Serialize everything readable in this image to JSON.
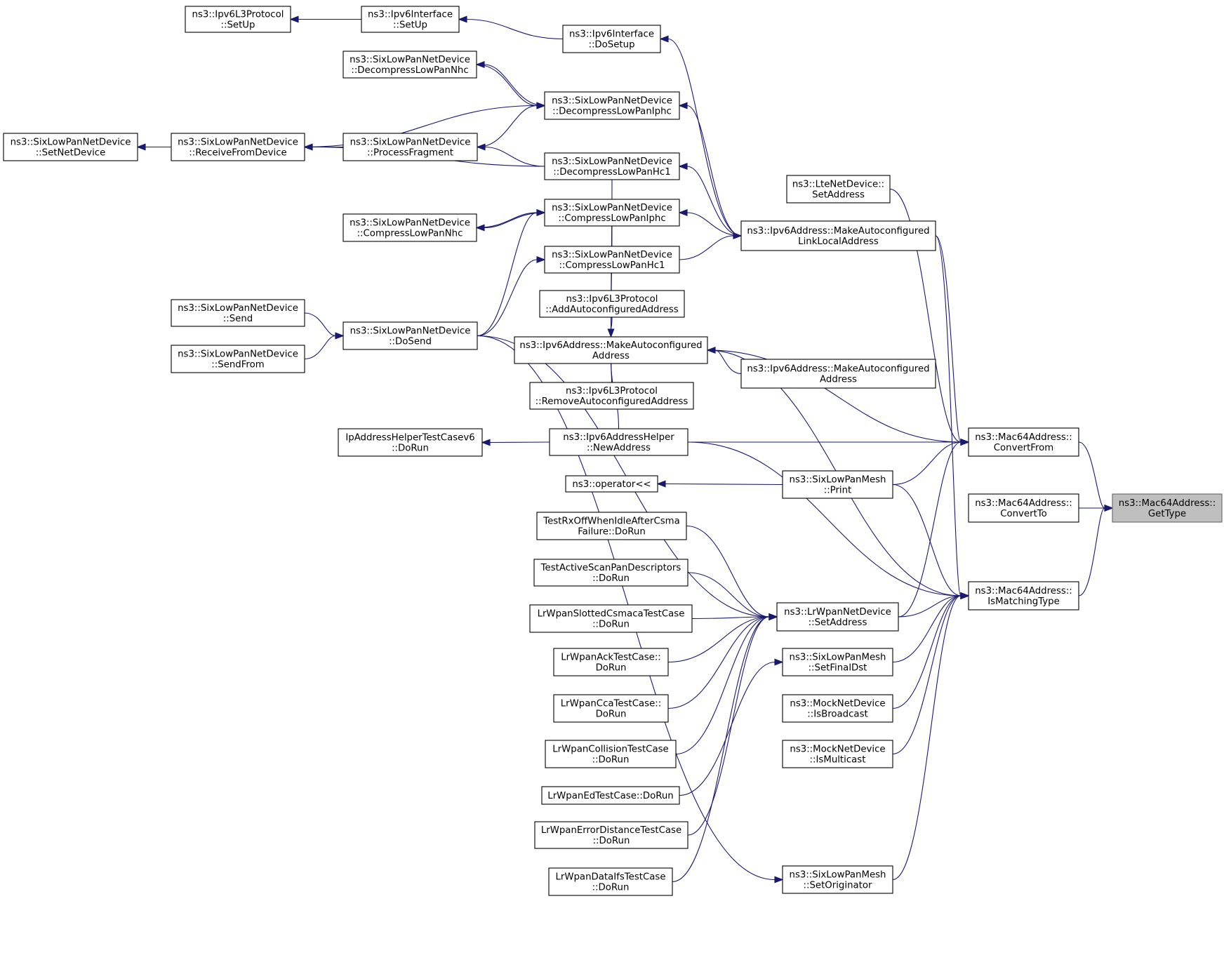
{
  "graph": {
    "nodes": [
      {
        "id": "n1",
        "lines": [
          "ns3::Ipv6L3Protocol",
          "::SetUp"
        ]
      },
      {
        "id": "n2",
        "lines": [
          "ns3::Ipv6Interface",
          "::SetUp"
        ]
      },
      {
        "id": "n3",
        "lines": [
          "ns3::Ipv6Interface",
          "::DoSetup"
        ]
      },
      {
        "id": "n4",
        "lines": [
          "ns3::SixLowPanNetDevice",
          "::DecompressLowPanNhc"
        ]
      },
      {
        "id": "n5",
        "lines": [
          "ns3::SixLowPanNetDevice",
          "::DecompressLowPanIphc"
        ]
      },
      {
        "id": "n6",
        "lines": [
          "ns3::SixLowPanNetDevice",
          "::SetNetDevice"
        ]
      },
      {
        "id": "n7",
        "lines": [
          "ns3::SixLowPanNetDevice",
          "::ReceiveFromDevice"
        ]
      },
      {
        "id": "n8",
        "lines": [
          "ns3::SixLowPanNetDevice",
          "::ProcessFragment"
        ]
      },
      {
        "id": "n9",
        "lines": [
          "ns3::SixLowPanNetDevice",
          "::DecompressLowPanHc1"
        ]
      },
      {
        "id": "n10",
        "lines": [
          "ns3::LteNetDevice::",
          "SetAddress"
        ]
      },
      {
        "id": "n11",
        "lines": [
          "ns3::SixLowPanNetDevice",
          "::CompressLowPanNhc"
        ]
      },
      {
        "id": "n12",
        "lines": [
          "ns3::SixLowPanNetDevice",
          "::CompressLowPanIphc"
        ]
      },
      {
        "id": "n13",
        "lines": [
          "ns3::Ipv6Address::MakeAutoconfigured",
          "LinkLocalAddress"
        ]
      },
      {
        "id": "n14",
        "lines": [
          "ns3::SixLowPanNetDevice",
          "::CompressLowPanHc1"
        ]
      },
      {
        "id": "n15",
        "lines": [
          "ns3::Ipv6L3Protocol",
          "::AddAutoconfiguredAddress"
        ]
      },
      {
        "id": "n16",
        "lines": [
          "ns3::SixLowPanNetDevice",
          "::Send"
        ]
      },
      {
        "id": "n17",
        "lines": [
          "ns3::SixLowPanNetDevice",
          "::DoSend"
        ]
      },
      {
        "id": "n18",
        "lines": [
          "ns3::Ipv6Address::MakeAutoconfigured",
          "Address"
        ]
      },
      {
        "id": "n19",
        "lines": [
          "ns3::SixLowPanNetDevice",
          "::SendFrom"
        ]
      },
      {
        "id": "n20",
        "lines": [
          "ns3::Ipv6Address::MakeAutoconfigured",
          "Address"
        ]
      },
      {
        "id": "n21",
        "lines": [
          "ns3::Ipv6L3Protocol",
          "::RemoveAutoconfiguredAddress"
        ]
      },
      {
        "id": "n22",
        "lines": [
          "IpAddressHelperTestCasev6",
          "::DoRun"
        ]
      },
      {
        "id": "n23",
        "lines": [
          "ns3::Ipv6AddressHelper",
          "::NewAddress"
        ]
      },
      {
        "id": "n24",
        "lines": [
          "ns3::Mac64Address::",
          "ConvertFrom"
        ]
      },
      {
        "id": "n25",
        "lines": [
          "ns3::operator<<"
        ]
      },
      {
        "id": "n26",
        "lines": [
          "ns3::SixLowPanMesh",
          "::Print"
        ]
      },
      {
        "id": "n27",
        "lines": [
          "ns3::Mac64Address::",
          "ConvertTo"
        ]
      },
      {
        "id": "n28",
        "lines": [
          "ns3::Mac64Address::",
          "GetType"
        ],
        "focus": true
      },
      {
        "id": "n29",
        "lines": [
          "TestRxOffWhenIdleAfterCsma",
          "Failure::DoRun"
        ]
      },
      {
        "id": "n30",
        "lines": [
          "TestActiveScanPanDescriptors",
          "::DoRun"
        ]
      },
      {
        "id": "n31",
        "lines": [
          "ns3::Mac64Address::",
          "IsMatchingType"
        ]
      },
      {
        "id": "n32",
        "lines": [
          "LrWpanSlottedCsmacaTestCase",
          "::DoRun"
        ]
      },
      {
        "id": "n33",
        "lines": [
          "ns3::LrWpanNetDevice",
          "::SetAddress"
        ]
      },
      {
        "id": "n34",
        "lines": [
          "LrWpanAckTestCase::",
          "DoRun"
        ]
      },
      {
        "id": "n35",
        "lines": [
          "ns3::SixLowPanMesh",
          "::SetFinalDst"
        ]
      },
      {
        "id": "n36",
        "lines": [
          "LrWpanCcaTestCase::",
          "DoRun"
        ]
      },
      {
        "id": "n37",
        "lines": [
          "ns3::MockNetDevice",
          "::IsBroadcast"
        ]
      },
      {
        "id": "n38",
        "lines": [
          "LrWpanCollisionTestCase",
          "::DoRun"
        ]
      },
      {
        "id": "n39",
        "lines": [
          "ns3::MockNetDevice",
          "::IsMulticast"
        ]
      },
      {
        "id": "n40",
        "lines": [
          "LrWpanEdTestCase::DoRun"
        ]
      },
      {
        "id": "n41",
        "lines": [
          "LrWpanErrorDistanceTestCase",
          "::DoRun"
        ]
      },
      {
        "id": "n42",
        "lines": [
          "LrWpanDataIfsTestCase",
          "::DoRun"
        ]
      },
      {
        "id": "n43",
        "lines": [
          "ns3::SixLowPanMesh",
          "::SetOriginator"
        ]
      }
    ],
    "edges": [
      {
        "from": "n2",
        "to": "n1"
      },
      {
        "from": "n3",
        "to": "n2"
      },
      {
        "from": "n13",
        "to": "n3"
      },
      {
        "from": "n5",
        "to": "n4"
      },
      {
        "from": "n4",
        "to": "n5"
      },
      {
        "from": "n7",
        "to": "n5"
      },
      {
        "from": "n8",
        "to": "n5"
      },
      {
        "from": "n13",
        "to": "n5"
      },
      {
        "from": "n7",
        "to": "n6"
      },
      {
        "from": "n8",
        "to": "n7"
      },
      {
        "from": "n9",
        "to": "n7"
      },
      {
        "from": "n9",
        "to": "n8"
      },
      {
        "from": "n13",
        "to": "n9"
      },
      {
        "from": "n18",
        "to": "n9"
      },
      {
        "from": "n12",
        "to": "n11"
      },
      {
        "from": "n11",
        "to": "n12"
      },
      {
        "from": "n17",
        "to": "n12"
      },
      {
        "from": "n13",
        "to": "n12"
      },
      {
        "from": "n18",
        "to": "n12"
      },
      {
        "from": "n14",
        "to": "n13"
      },
      {
        "from": "n17",
        "to": "n14"
      },
      {
        "from": "n16",
        "to": "n17"
      },
      {
        "from": "n19",
        "to": "n17"
      },
      {
        "from": "n15",
        "to": "n18"
      },
      {
        "from": "n20",
        "to": "n18"
      },
      {
        "from": "n21",
        "to": "n18"
      },
      {
        "from": "n23",
        "to": "n18"
      },
      {
        "from": "n23",
        "to": "n22"
      },
      {
        "from": "n10",
        "to": "n24"
      },
      {
        "from": "n13",
        "to": "n24"
      },
      {
        "from": "n18",
        "to": "n24"
      },
      {
        "from": "n23",
        "to": "n24"
      },
      {
        "from": "n26",
        "to": "n24"
      },
      {
        "from": "n33",
        "to": "n24"
      },
      {
        "from": "n26",
        "to": "n25"
      },
      {
        "from": "n24",
        "to": "n28"
      },
      {
        "from": "n27",
        "to": "n28"
      },
      {
        "from": "n31",
        "to": "n28"
      },
      {
        "from": "n13",
        "to": "n31"
      },
      {
        "from": "n18",
        "to": "n31"
      },
      {
        "from": "n23",
        "to": "n31"
      },
      {
        "from": "n26",
        "to": "n31"
      },
      {
        "from": "n33",
        "to": "n31"
      },
      {
        "from": "n35",
        "to": "n31"
      },
      {
        "from": "n37",
        "to": "n31"
      },
      {
        "from": "n39",
        "to": "n31"
      },
      {
        "from": "n43",
        "to": "n31"
      },
      {
        "from": "n17",
        "to": "n33"
      },
      {
        "from": "n29",
        "to": "n33"
      },
      {
        "from": "n30",
        "to": "n33"
      },
      {
        "from": "n32",
        "to": "n33"
      },
      {
        "from": "n34",
        "to": "n33"
      },
      {
        "from": "n36",
        "to": "n33"
      },
      {
        "from": "n38",
        "to": "n33"
      },
      {
        "from": "n41",
        "to": "n33"
      },
      {
        "from": "n42",
        "to": "n33"
      },
      {
        "from": "n40",
        "to": "n35"
      },
      {
        "from": "n17",
        "to": "n43"
      }
    ]
  }
}
